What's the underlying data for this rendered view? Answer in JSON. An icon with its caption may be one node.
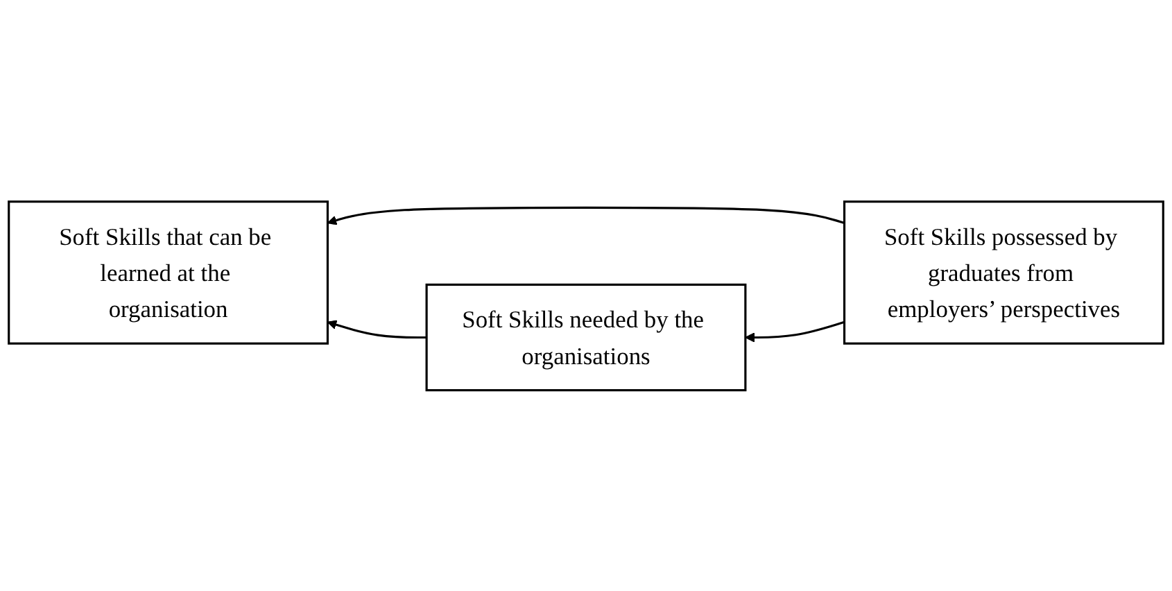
{
  "diagram": {
    "nodes": [
      {
        "text": [
          "Soft Skills that can be learned at the organisation"
        ]
      },
      {
        "text": [
          "Soft Skills possessed by graduates from employers’ perspectives"
        ]
      },
      {
        "text": [
          "Soft Skills needed by the organisations"
        ]
      }
    ],
    "edges": [
      {
        "from": 1,
        "to": 0,
        "arrow": "to"
      },
      {
        "from": 1,
        "to": 2,
        "arrow": "to"
      },
      {
        "from": 2,
        "to": 0,
        "arrow": "to"
      }
    ]
  }
}
